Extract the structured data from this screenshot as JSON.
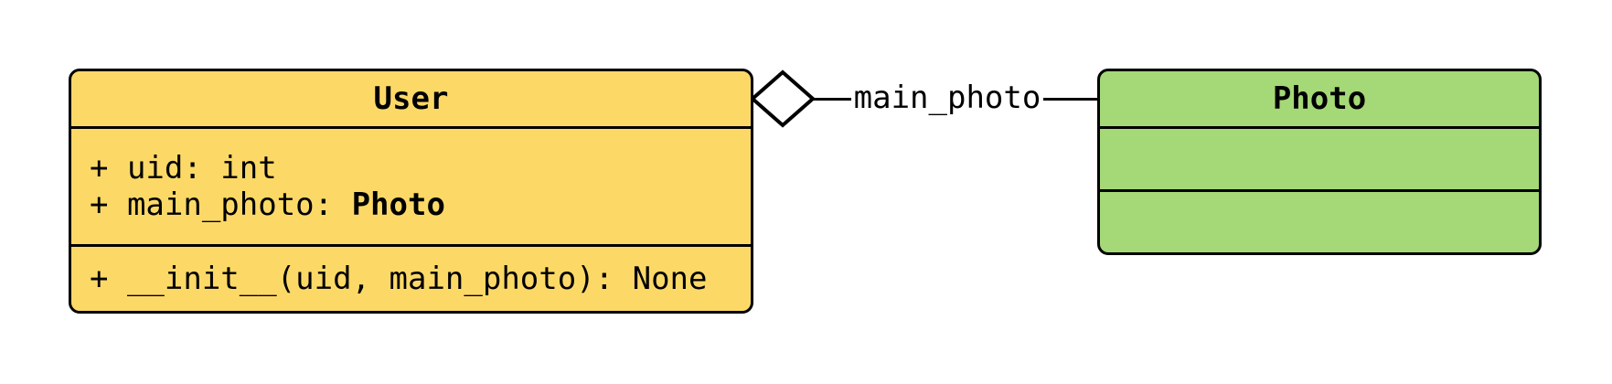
{
  "diagram_type": "uml-class-diagram",
  "classes": {
    "user": {
      "title": "User",
      "fill_color": "#FCD967",
      "attributes": [
        {
          "text": "+ uid: int",
          "bold_type": ""
        },
        {
          "text": "+ main_photo: ",
          "bold_type": "Photo"
        }
      ],
      "methods": [
        {
          "text": "+ __init__(uid, main_photo): None"
        }
      ]
    },
    "photo": {
      "title": "Photo",
      "fill_color": "#A5D876",
      "attributes": [],
      "methods": []
    }
  },
  "relationship": {
    "type": "aggregation",
    "label": "main_photo",
    "diamond_fill": "#FFFFFF",
    "line_color": "#000000"
  }
}
